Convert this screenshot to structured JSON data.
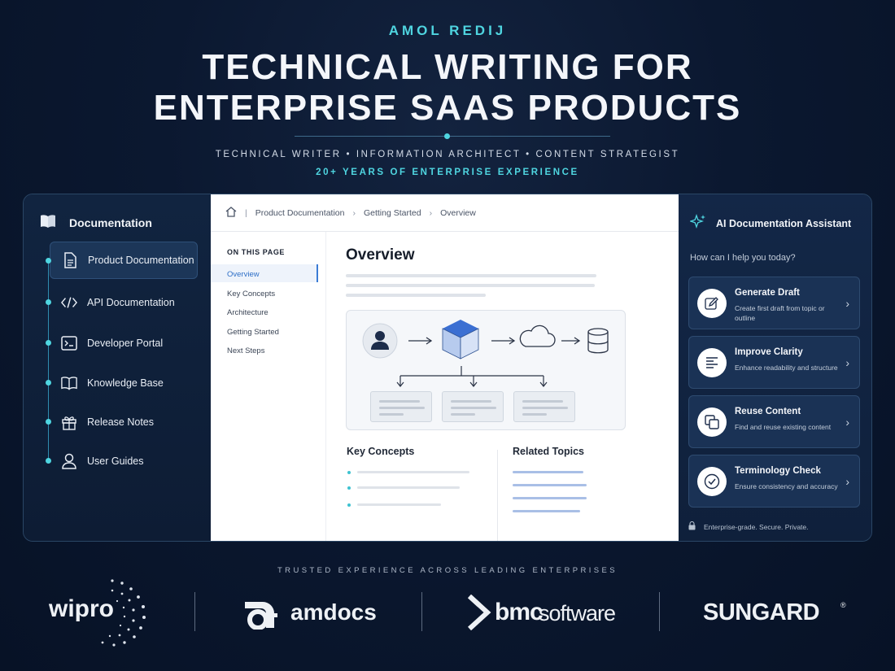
{
  "header": {
    "author": "AMOL REDIJ",
    "title_line1": "TECHNICAL WRITING FOR",
    "title_line2": "ENTERPRISE SAAS PRODUCTS",
    "roles": "TECHNICAL WRITER  •  INFORMATION ARCHITECT  •  CONTENT STRATEGIST",
    "years": "20+ YEARS OF ENTERPRISE EXPERIENCE"
  },
  "sidebar": {
    "title": "Documentation",
    "items": [
      {
        "label": "Product Documentation",
        "icon": "document-icon",
        "active": true
      },
      {
        "label": "API Documentation",
        "icon": "code-icon"
      },
      {
        "label": "Developer Portal",
        "icon": "terminal-icon"
      },
      {
        "label": "Knowledge Base",
        "icon": "open-book-icon"
      },
      {
        "label": "Release Notes",
        "icon": "gift-icon"
      },
      {
        "label": "User Guides",
        "icon": "user-icon"
      }
    ]
  },
  "breadcrumb": {
    "home_icon": "home-icon",
    "items": [
      "Product Documentation",
      "Getting Started",
      "Overview"
    ]
  },
  "toc": {
    "heading": "ON THIS PAGE",
    "items": [
      "Overview",
      "Key Concepts",
      "Architecture",
      "Getting Started",
      "Next Steps"
    ]
  },
  "main": {
    "title": "Overview",
    "key_concepts": "Key Concepts",
    "related_topics": "Related Topics"
  },
  "assistant": {
    "title": "AI Documentation Assistant",
    "prompt": "How can I help you today?",
    "cards": [
      {
        "title": "Generate Draft",
        "desc": "Create first draft from topic or outline",
        "icon": "pen-icon"
      },
      {
        "title": "Improve Clarity",
        "desc": "Enhance readability and structure",
        "icon": "text-align-icon"
      },
      {
        "title": "Reuse Content",
        "desc": "Find and reuse existing content",
        "icon": "copy-icon"
      },
      {
        "title": "Terminology Check",
        "desc": "Ensure consistency and accuracy",
        "icon": "check-circle-icon"
      }
    ],
    "footer": "Enterprise-grade. Secure. Private."
  },
  "footer": {
    "trusted": "TRUSTED EXPERIENCE ACROSS LEADING ENTERPRISES",
    "logos": [
      "wipro",
      "amdocs",
      "bmc",
      "software",
      "SUNGARD"
    ]
  },
  "colors": {
    "accent": "#4fd5e0",
    "background": "#0b1830",
    "panel": "#112440"
  }
}
